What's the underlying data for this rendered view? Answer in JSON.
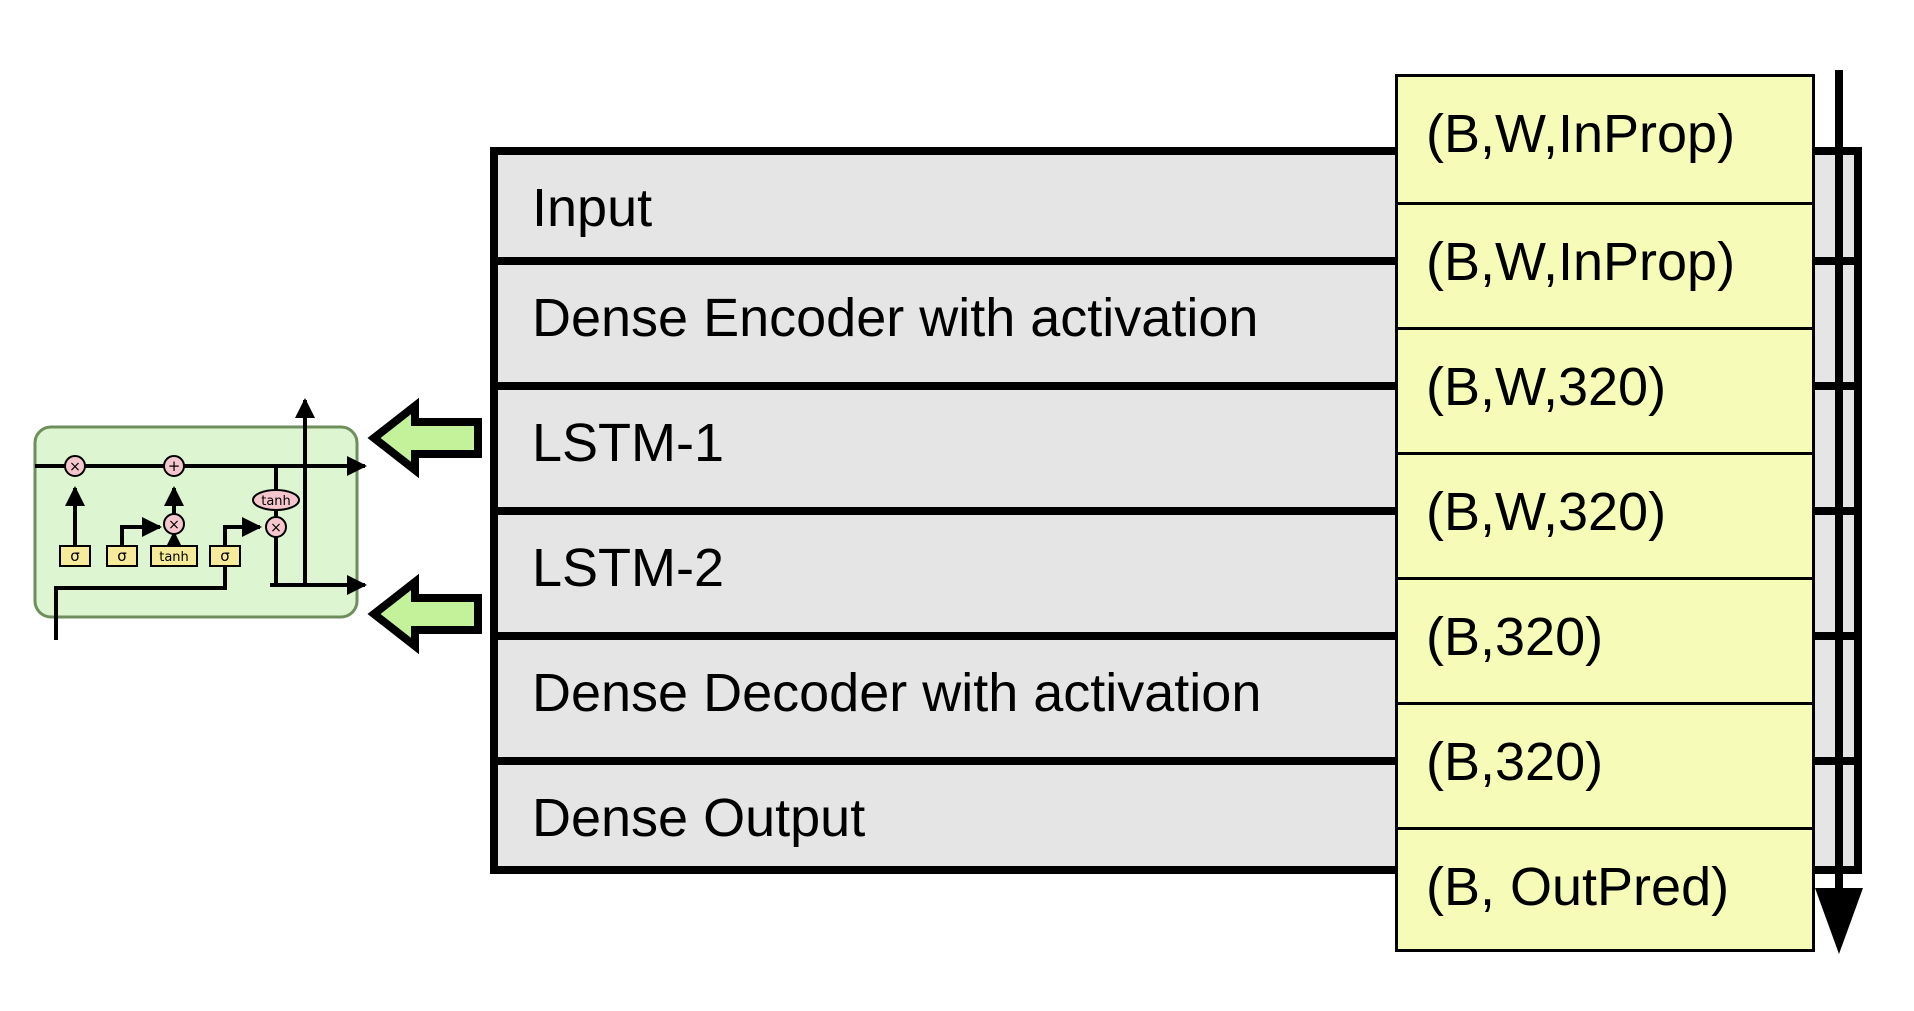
{
  "layers": [
    {
      "label": "Input"
    },
    {
      "label": "Dense Encoder with activation"
    },
    {
      "label": "LSTM-1"
    },
    {
      "label": "LSTM-2"
    },
    {
      "label": "Dense Decoder with activation"
    },
    {
      "label": "Dense Output"
    }
  ],
  "shapes": [
    {
      "label": "(B,W,InProp)"
    },
    {
      "label": "(B,W,InProp)"
    },
    {
      "label": "(B,W,320)"
    },
    {
      "label": "(B,W,320)"
    },
    {
      "label": "(B,320)"
    },
    {
      "label": "(B,320)"
    },
    {
      "label": "(B, OutPred)"
    }
  ],
  "lstm_cell": {
    "gates": [
      "σ",
      "σ",
      "tanh",
      "σ"
    ],
    "ops": [
      "×",
      "+",
      "×",
      "×"
    ],
    "output_activation": "tanh"
  },
  "colors": {
    "layer_fill": "#e5e5e5",
    "shape_fill": "#f6fcb8",
    "arrow_fill": "#c4f29a",
    "cell_fill": "#ddf5d0",
    "cell_border": "#6e8e5c",
    "gate_fill": "#f5eb9a",
    "op_fill": "#f5c6cc"
  }
}
